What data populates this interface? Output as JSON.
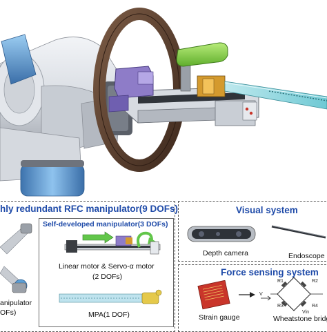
{
  "panels": {
    "rfc": {
      "title": "hly redundant RFC manipulator(9 DOFs)",
      "sub_title": "Self-developed manipulator(3 DOFs)",
      "left_caption_1": "anipulator",
      "left_caption_2": "OFs)",
      "motor_caption": "Linear motor & Servo-α  motor",
      "motor_dofs": "(2 DOFs)",
      "mpa_caption": "MPA(1 DOF)"
    },
    "visual": {
      "title": "Visual system",
      "depth_camera": "Depth camera",
      "endoscope": "Endoscope"
    },
    "force": {
      "title": "Force sensing system",
      "strain_gauge": "Strain gauge",
      "bridge": "Wheatstone bridg",
      "bridge_label_r1": "R1",
      "bridge_label_r2": "R2",
      "bridge_label_r3": "R3",
      "bridge_label_r4": "R4",
      "bridge_vout": "V",
      "bridge_vin": "Vin"
    }
  },
  "colors": {
    "title_blue": "#1e4aa8",
    "ring_brown": "#5c4030",
    "green_block": "#8ed34a",
    "robot_blue": "#5c9fd6",
    "purple_motor": "#8e7cc8",
    "red_gauge": "#c9352a",
    "teal_arrow": "#4cc4c0",
    "green_arrow": "#62c64a"
  }
}
